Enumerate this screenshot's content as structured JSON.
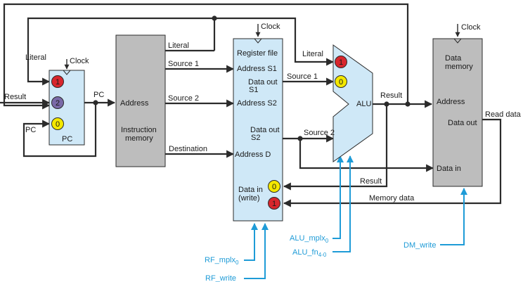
{
  "colors": {
    "wire": "#2b2b2b",
    "control": "#1e9bd7",
    "light_blue_block": "#cfe8f7",
    "grey_block": "#bdbdbd",
    "mux_red": "#d8262d",
    "mux_yellow": "#f4e800",
    "mux_purple": "#7a6aa8"
  },
  "pc": {
    "clock": "Clock",
    "name": "PC",
    "mux_inputs": [
      "1",
      "2",
      "0"
    ],
    "in_literal": "Literal",
    "in_result": "Result",
    "in_pc": "PC",
    "out_pc": "PC"
  },
  "imem": {
    "address": "Address",
    "title_line1": "Instruction",
    "title_line2": "memory",
    "out_literal": "Literal",
    "out_source1": "Source 1",
    "out_source2": "Source 2",
    "out_destination": "Destination"
  },
  "rf": {
    "clock": "Clock",
    "title": "Register file",
    "addr_s1": "Address S1",
    "dout_s1_line1": "Data out",
    "dout_s1_line2": "S1",
    "addr_s2": "Address S2",
    "dout_s2_line1": "Data out",
    "dout_s2_line2": "S2",
    "addr_d": "Address D",
    "din_line1": "Data in",
    "din_line2": "(write)",
    "mux_inputs": [
      "0",
      "1"
    ]
  },
  "alu": {
    "name": "ALU",
    "mux_inputs": [
      "1",
      "0"
    ],
    "in_literal": "Literal",
    "in_source1": "Source 1",
    "in_source2": "Source 2",
    "out_result": "Result"
  },
  "dmem": {
    "clock": "Clock",
    "title_line1": "Data",
    "title_line2": "memory",
    "address": "Address",
    "data_out": "Data out",
    "data_in": "Data in",
    "read_data": "Read data"
  },
  "feedback": {
    "result": "Result",
    "memory_data": "Memory data"
  },
  "controls": {
    "alu_mplx": "ALU_mplx",
    "alu_mplx_sub": "0",
    "alu_fn": "ALU_fn",
    "alu_fn_sub": "4-0",
    "dm_write": "DM_write",
    "rf_mplx": "RF_mplx",
    "rf_mplx_sub": "0",
    "rf_write": "RF_write"
  }
}
